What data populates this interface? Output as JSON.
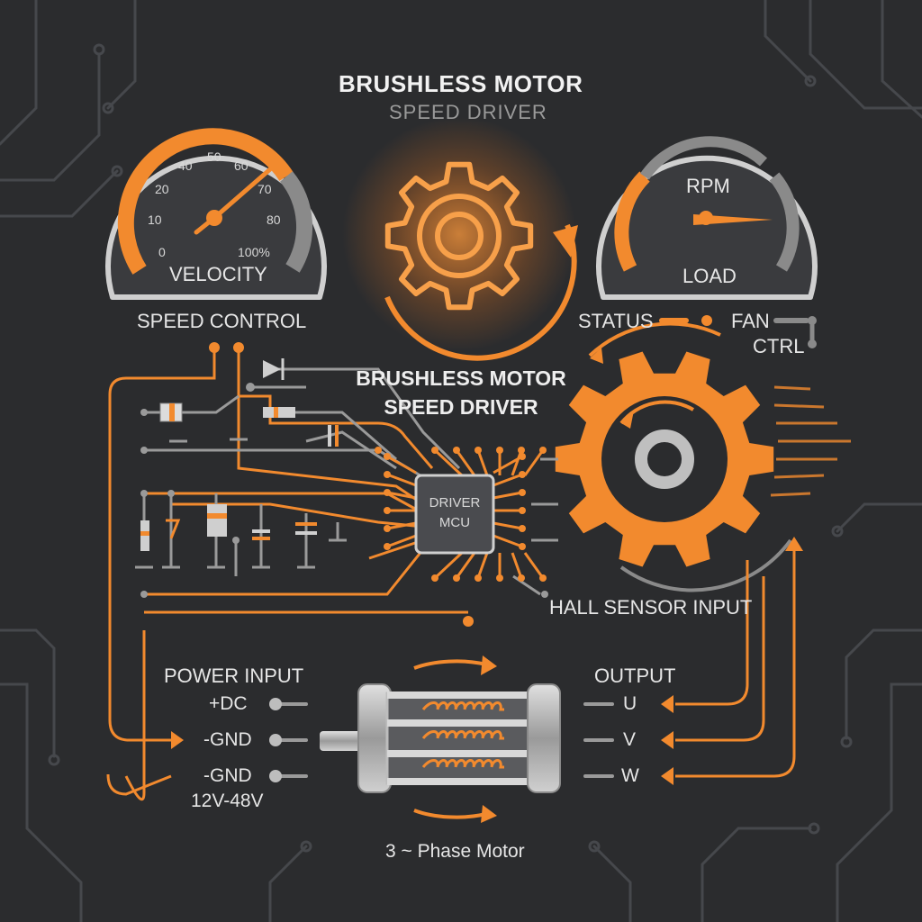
{
  "header": {
    "title": "BRUSHLESS MOTOR",
    "subtitle": "SPEED DRIVER"
  },
  "velocity_gauge": {
    "label": "VELOCITY",
    "ticks": [
      "0",
      "10",
      "20",
      "40",
      "50",
      "60",
      "70",
      "80",
      "100%"
    ]
  },
  "speed_control_label": "SPEED CONTROL",
  "rpm_gauge": {
    "top_label": "RPM",
    "bottom_label": "LOAD"
  },
  "status": {
    "status_label": "STATUS",
    "fan_label": "FAN",
    "ctrl_label": "CTRL"
  },
  "circuit_title": {
    "line1": "BRUSHLESS MOTOR",
    "line2": "SPEED DRIVER"
  },
  "mcu": {
    "line1": "DRIVER",
    "line2": "MCU"
  },
  "hall_sensor_label": "HALL SENSOR INPUT",
  "power_input": {
    "title": "POWER INPUT",
    "pins": [
      "+DC",
      "-GND",
      "-GND"
    ],
    "voltage": "12V-48V"
  },
  "output": {
    "title": "OUTPUT",
    "phases": [
      "U",
      "V",
      "W"
    ]
  },
  "motor_caption": "3 ~ Phase Motor",
  "colors": {
    "background": "#2b2c2e",
    "accent": "#f28a2e",
    "circuit_trace": "#5a5c60",
    "metal": "#c9c9c9"
  }
}
